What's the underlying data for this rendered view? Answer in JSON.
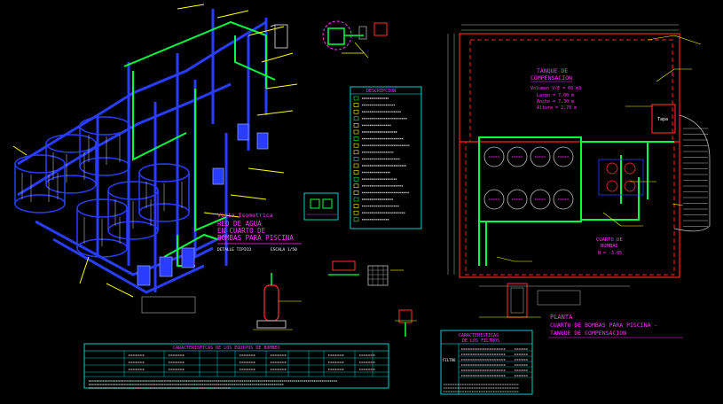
{
  "drawing": {
    "iso_title": {
      "line1": "Vista Isometrica",
      "line2": "RED DE AGUA",
      "line3": "EN CUARTO DE",
      "line4": "BOMBAS PARA PISCINA",
      "scale_left": "DETALLE TIPICO",
      "scale_right": "ESCALA 1/50"
    },
    "tank_label": {
      "title1": "TANQUE DE",
      "title2": "COMPENSACION",
      "volume": "Volumen V/E = 60 m3",
      "length": "Largo = 7.00 m",
      "width": "Ancho = 7.30 m",
      "height": "Altura = 2.70 m"
    },
    "tapa_label": "Tapa",
    "room_label": {
      "line1": "CUARTO DE",
      "line2": "BOMBAS",
      "level": "N = -3.05"
    },
    "plan_title": {
      "line1": "PLANTA",
      "line2": "CUARTO DE BOMBAS PARA PISCINA -",
      "line3": "TANQUE DE COMPENSACION"
    },
    "legend_title": "DESCRIPCION",
    "pump_table_title": "CARACTERISTICAS DE LOS EQUIPOS DE BOMBEO",
    "filter_table_title1": "CARACTERISTICAS",
    "filter_table_title2": "DE LOS FILTROS",
    "filter_row_label": "FILTRO"
  },
  "colors": {
    "background": "#000000",
    "pipe_blue": "#2a3dff",
    "pipe_green": "#00ff44",
    "text_magenta": "#ff33ff",
    "text_cyan": "#00ffff",
    "text_yellow": "#ffff00",
    "wall_red": "#ff2020"
  }
}
